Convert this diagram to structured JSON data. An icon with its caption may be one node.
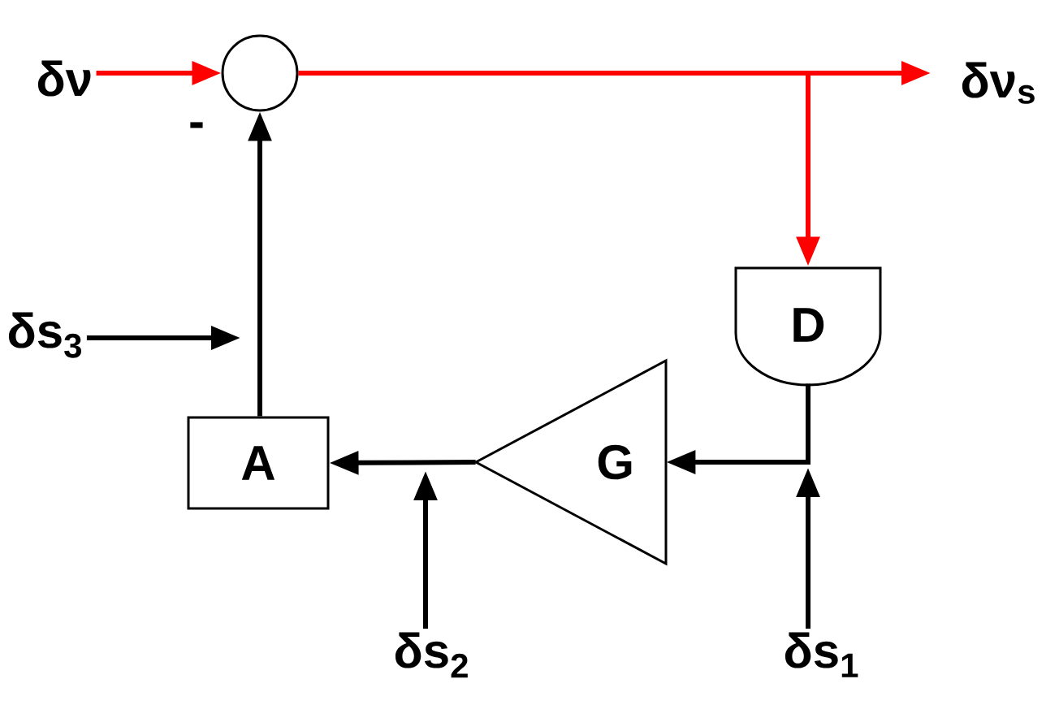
{
  "diagram": {
    "nodes": [
      {
        "text": [
          "δν"
        ]
      },
      {
        "text": [],
        "shape": "circle"
      },
      {
        "text": [
          "δν$_{s}$"
        ]
      },
      {
        "text": [
          "D"
        ]
      },
      {
        "text": [
          "G"
        ]
      },
      {
        "text": [
          "A"
        ]
      },
      {
        "text": [
          "δs$_{3}$"
        ]
      },
      {
        "text": [
          "δs$_{2}$"
        ]
      },
      {
        "text": [
          "δs$_{1}$"
        ]
      }
    ],
    "edges": [
      {
        "from": 0,
        "to": 1,
        "arrow": "to",
        "color": "#ff0000"
      },
      {
        "from": 1,
        "to": 2,
        "arrow": "to",
        "color": "#ff0000"
      },
      {
        "from": 1,
        "to": 3,
        "arrow": "to",
        "color": "#ff0000"
      },
      {
        "from": 3,
        "to": 4,
        "arrow": "to"
      },
      {
        "from": 4,
        "to": 5,
        "arrow": "to"
      },
      {
        "from": 5,
        "to": 1,
        "arrow": "to"
      },
      {
        "from": 6,
        "to": null,
        "arrow": "to"
      },
      {
        "from": 7,
        "to": null,
        "arrow": "to"
      },
      {
        "from": 8,
        "to": null,
        "arrow": "to"
      }
    ],
    "labels": [
      "-"
    ]
  }
}
